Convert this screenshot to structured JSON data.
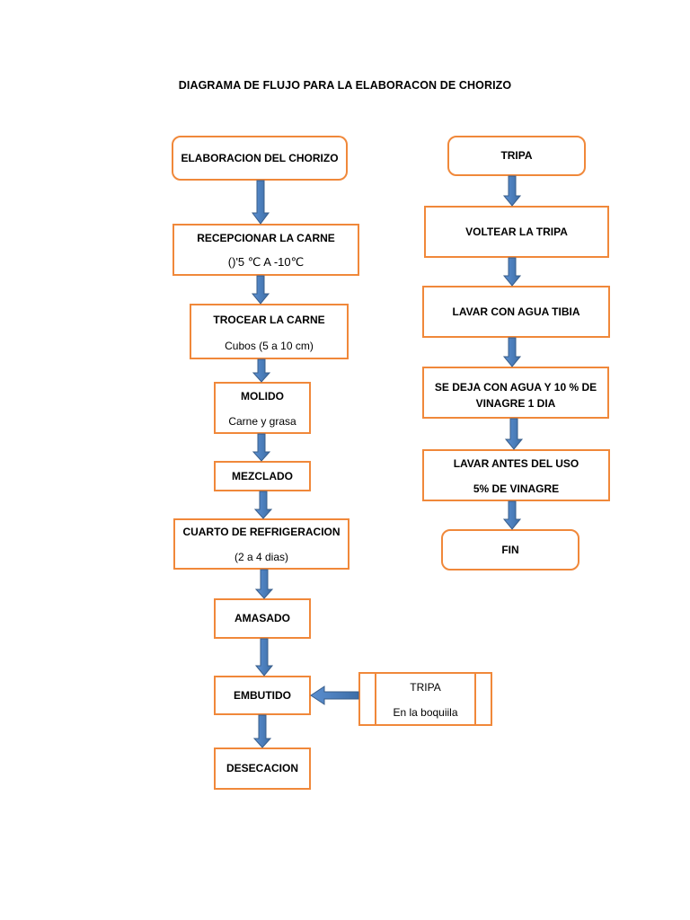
{
  "title": "DIAGRAMA DE FLUJO PARA LA ELABORACON DE CHORIZO",
  "colors": {
    "box_border": "#f0883a",
    "arrow_fill": "#4f81bd",
    "arrow_stroke": "#385d8a"
  },
  "left_column": {
    "start": {
      "label": "ELABORACION DEL CHORIZO"
    },
    "recepcionar": {
      "label": "RECEPCIONAR LA CARNE",
      "detail": "()'5 ℃ A -10℃"
    },
    "trocear": {
      "label": "TROCEAR LA CARNE",
      "detail": "Cubos (5 a 10 cm)"
    },
    "molido": {
      "label": "MOLIDO",
      "detail": "Carne y grasa"
    },
    "mezclado": {
      "label": "MEZCLADO"
    },
    "cuarto": {
      "label": "CUARTO DE REFRIGERACION",
      "detail": "(2 a 4 dias)"
    },
    "amasado": {
      "label": "AMASADO"
    },
    "embutido": {
      "label": "EMBUTIDO"
    },
    "desecacion": {
      "label": "DESECACION"
    }
  },
  "right_column": {
    "tripa": {
      "label": "TRIPA"
    },
    "voltear": {
      "label": "VOLTEAR LA TRIPA"
    },
    "lavar_agua": {
      "label": "LAVAR CON AGUA TIBIA"
    },
    "se_deja": {
      "line1": "SE DEJA CON AGUA Y 10 % DE",
      "line2": "VINAGRE  1 DIA"
    },
    "lavar_antes": {
      "label": "LAVAR ANTES DEL USO",
      "detail": "5% DE VINAGRE"
    },
    "fin": {
      "label": "FIN"
    }
  },
  "side_input": {
    "label": "TRIPA",
    "detail": "En la boquiila"
  }
}
